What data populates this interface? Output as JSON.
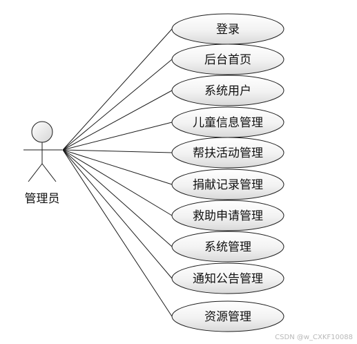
{
  "diagram": {
    "type": "use-case",
    "actor": {
      "label": "管理员",
      "icon": "stick-figure-actor"
    },
    "use_cases": [
      {
        "label": "登录"
      },
      {
        "label": "后台首页"
      },
      {
        "label": "系统用户"
      },
      {
        "label": "儿童信息管理"
      },
      {
        "label": "帮扶活动管理"
      },
      {
        "label": "捐献记录管理"
      },
      {
        "label": "救助申请管理"
      },
      {
        "label": "系统管理"
      },
      {
        "label": "通知公告管理"
      },
      {
        "label": "资源管理"
      }
    ],
    "colors": {
      "stroke": "#1a1a1a",
      "fill_light": "#ffffff",
      "fill_shade": "#d9d9d9",
      "text": "#111111"
    }
  },
  "watermark": "CSDN @w_CXKF10088"
}
